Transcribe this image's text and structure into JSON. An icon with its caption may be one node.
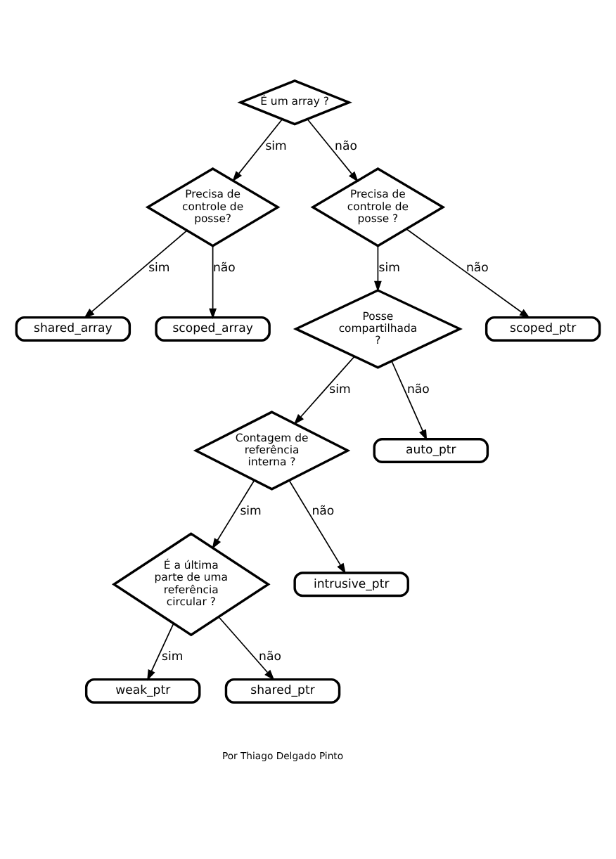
{
  "diagram": {
    "nodes": [
      {
        "text": [
          "É um array ?"
        ]
      },
      {
        "text": [
          "Precisa de controle de posse?"
        ]
      },
      {
        "text": [
          "Precisa de controle de posse ?"
        ]
      },
      {
        "text": [
          "shared_array"
        ]
      },
      {
        "text": [
          "scoped_array"
        ]
      },
      {
        "text": [
          "Posse compartilhada ?"
        ]
      },
      {
        "text": [
          "scoped_ptr"
        ]
      },
      {
        "text": [
          "auto_ptr"
        ]
      },
      {
        "text": [
          "Contagem de referência interna ?"
        ]
      },
      {
        "text": [
          "intrusive_ptr"
        ]
      },
      {
        "text": [
          "É a última parte de uma referência circular ?"
        ]
      },
      {
        "text": [
          "weak_ptr"
        ]
      },
      {
        "text": [
          "shared_ptr"
        ]
      }
    ],
    "edges": [
      {
        "from": 0,
        "to": 1,
        "arrow": "to",
        "label": "sim"
      },
      {
        "from": 0,
        "to": 2,
        "arrow": "to",
        "label": "não"
      },
      {
        "from": 1,
        "to": 3,
        "arrow": "to",
        "label": "sim"
      },
      {
        "from": 1,
        "to": 4,
        "arrow": "to",
        "label": "não"
      },
      {
        "from": 2,
        "to": 5,
        "arrow": "to",
        "label": "sim"
      },
      {
        "from": 2,
        "to": 6,
        "arrow": "to",
        "label": "não"
      },
      {
        "from": 5,
        "to": 8,
        "arrow": "to",
        "label": "sim"
      },
      {
        "from": 5,
        "to": 7,
        "arrow": "to",
        "label": "não"
      },
      {
        "from": 8,
        "to": 10,
        "arrow": "to",
        "label": "sim"
      },
      {
        "from": 8,
        "to": 9,
        "arrow": "to",
        "label": "não"
      },
      {
        "from": 10,
        "to": 11,
        "arrow": "to",
        "label": "sim"
      },
      {
        "from": 10,
        "to": 12,
        "arrow": "to",
        "label": "não"
      }
    ],
    "labels": [
      "Por Thiago Delgado Pinto"
    ]
  }
}
